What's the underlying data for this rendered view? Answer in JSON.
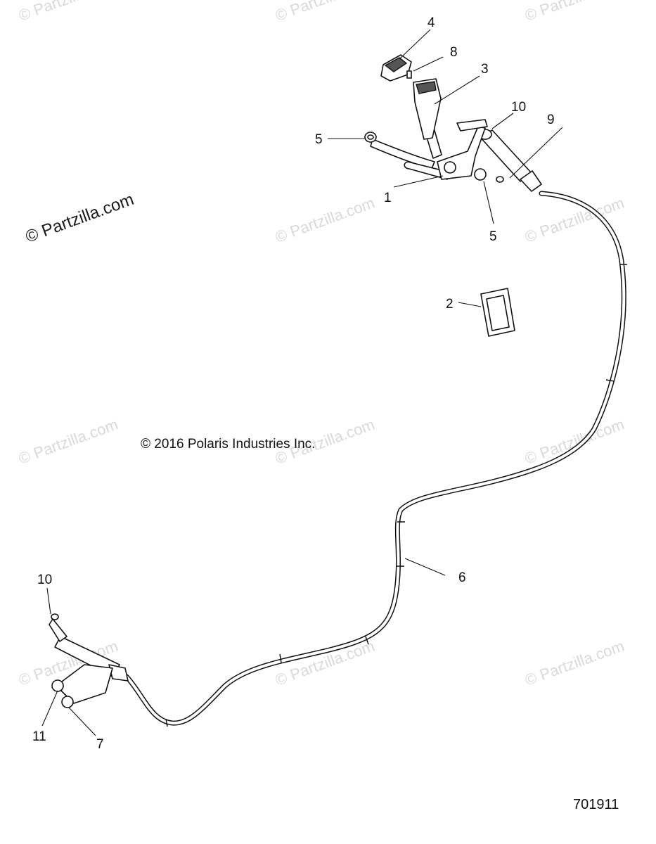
{
  "diagram": {
    "watermark_main": "© Partzilla.com",
    "watermark_faint": "© Partzilla.com",
    "copyright": "© 2016 Polaris Industries Inc.",
    "part_number": "701911",
    "callouts": {
      "c1": "1",
      "c2": "2",
      "c3": "3",
      "c4": "4",
      "c5a": "5",
      "c5b": "5",
      "c6": "6",
      "c7": "7",
      "c8": "8",
      "c9": "9",
      "c10a": "10",
      "c10b": "10",
      "c11": "11"
    }
  }
}
